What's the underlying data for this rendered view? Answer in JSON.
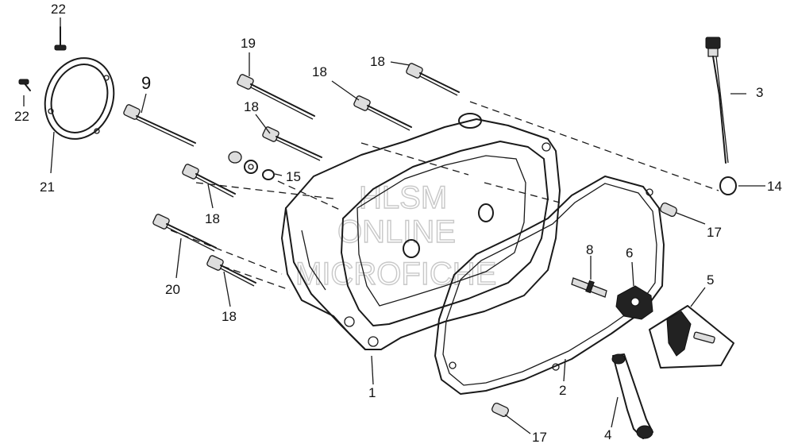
{
  "callouts": {
    "c1": "1",
    "c2": "2",
    "c3": "3",
    "c4": "4",
    "c5": "5",
    "c6": "6",
    "c8": "8",
    "c9": "9",
    "c14": "14",
    "c15": "15",
    "c17a": "17",
    "c17b": "17",
    "c18a": "18",
    "c18b": "18",
    "c18c": "18",
    "c18d": "18",
    "c18e": "18",
    "c19": "19",
    "c20": "20",
    "c21": "21",
    "c22a": "22",
    "c22b": "22"
  },
  "watermark": {
    "line1": "HLSM",
    "line2": "ONLINE",
    "line3": "MICROFICHE"
  },
  "colors": {
    "ink": "#1a1a1a",
    "watermark": "#c8c8c8",
    "background": "#ffffff"
  }
}
